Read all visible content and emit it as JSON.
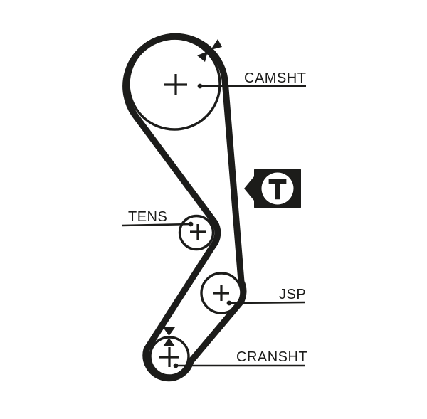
{
  "diagram": {
    "kind": "timing-belt-routing-diagram",
    "background_color": "#ffffff",
    "ink_color": "#1c1c1a",
    "pulleys": {
      "camshaft": {
        "label": "CAMSHT"
      },
      "tensioner": {
        "label": "TENS"
      },
      "jsp": {
        "label": "JSP"
      },
      "crankshaft": {
        "label": "CRANSHT"
      }
    },
    "timing_marker": {
      "letter": "T"
    }
  }
}
